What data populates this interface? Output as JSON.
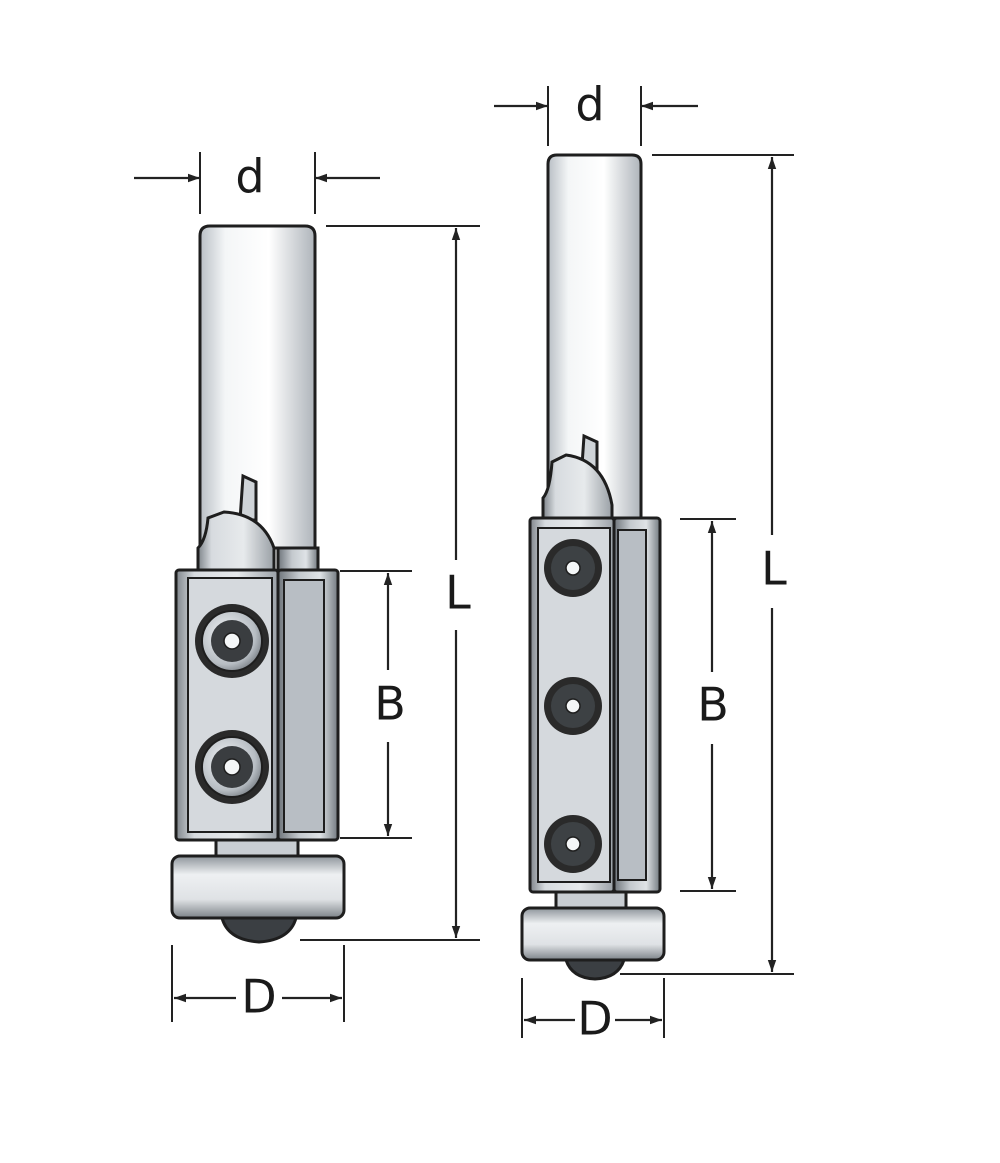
{
  "diagram": {
    "colors": {
      "outline": "#1e1e1e",
      "steel_light": "#eef1f3",
      "steel_mid": "#c9ced3",
      "steel_dark": "#8a9096",
      "screw_head": "#2a2a2a",
      "dimension_line": "#222222",
      "background": "#ffffff"
    },
    "cutters": [
      {
        "id": "cutter-2-knife",
        "labels": {
          "shank_diameter": "d",
          "overall_length": "L",
          "cutting_length": "B",
          "bearing_diameter": "D"
        },
        "screws": 2
      },
      {
        "id": "cutter-3-knife",
        "labels": {
          "shank_diameter": "d",
          "overall_length": "L",
          "cutting_length": "B",
          "bearing_diameter": "D"
        },
        "screws": 3
      }
    ]
  }
}
